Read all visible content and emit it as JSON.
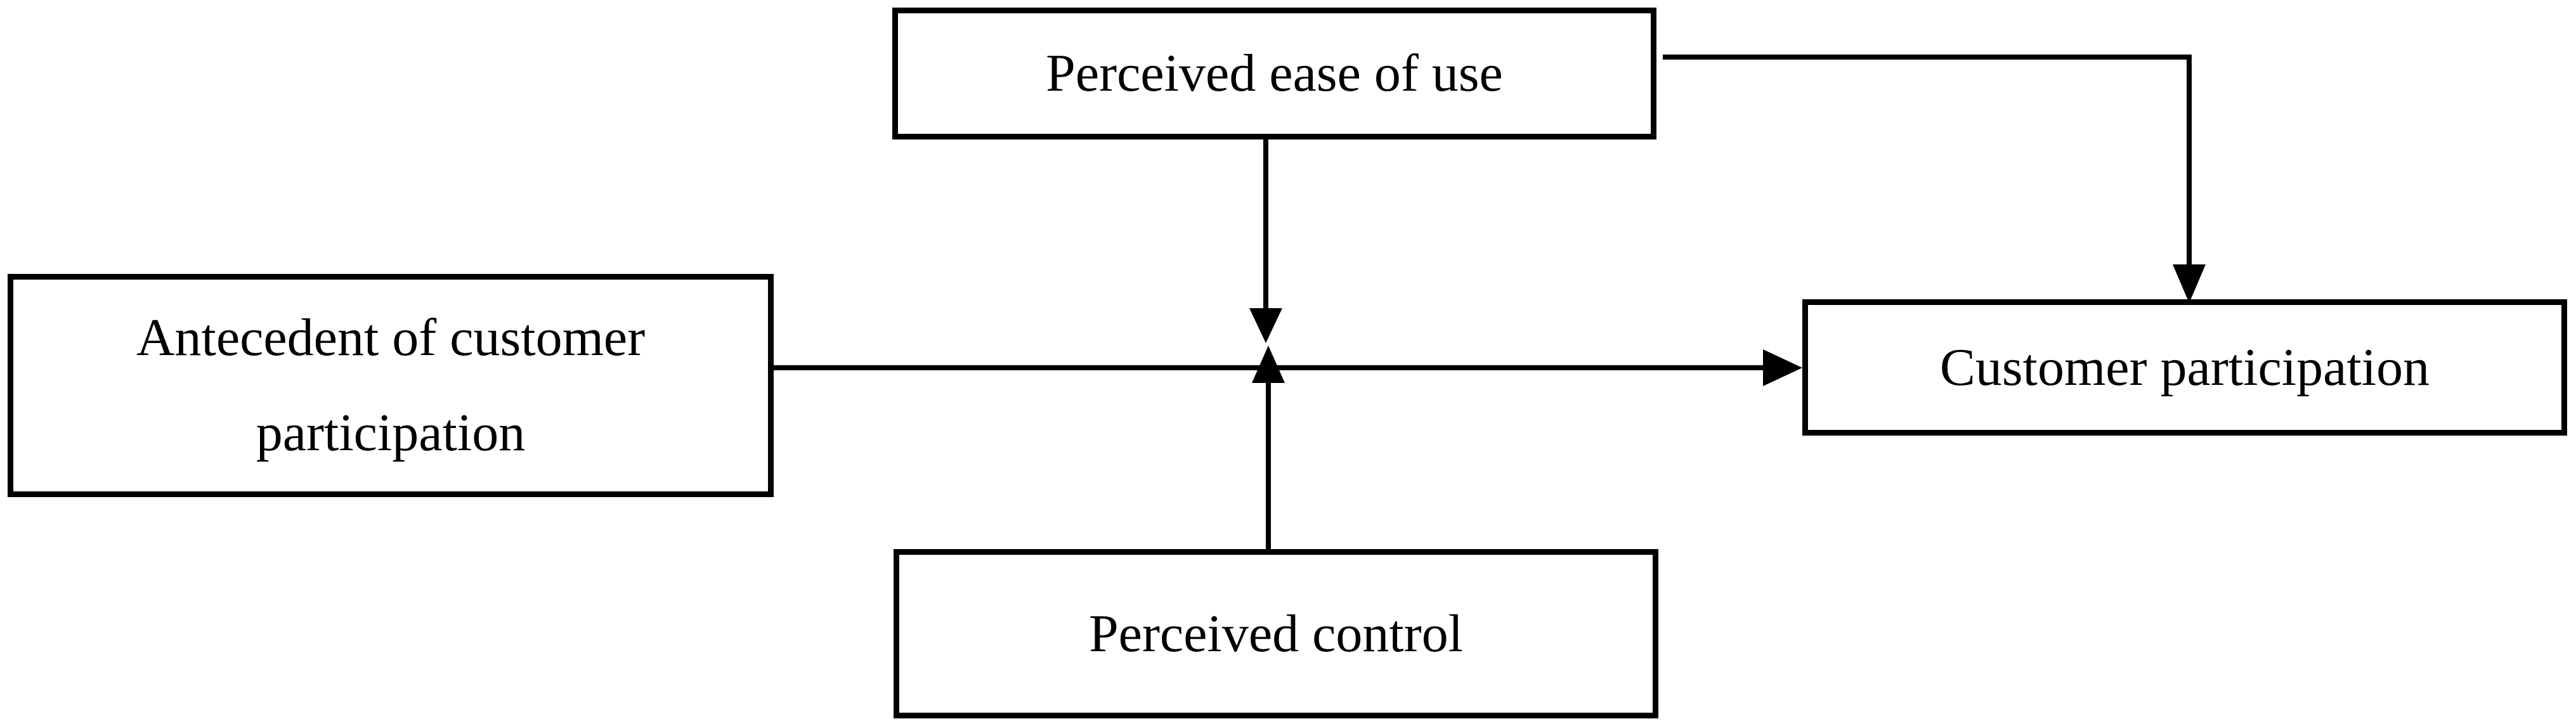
{
  "diagram": {
    "colors": {
      "background": "#ffffff",
      "box_fill": "#ffffff",
      "box_border": "#000000",
      "line": "#000000",
      "text": "#000000"
    },
    "nodes": {
      "perceived_ease_of_use": {
        "label": "Perceived ease of use"
      },
      "antecedent": {
        "label": "Antecedent of customer participation"
      },
      "customer_participation": {
        "label": "Customer participation"
      },
      "perceived_control": {
        "label": "Perceived control"
      }
    },
    "edges": [
      {
        "from": "antecedent",
        "to": "customer_participation",
        "style": "straight-arrow"
      },
      {
        "from": "perceived_ease_of_use",
        "to": "customer_participation",
        "style": "elbow-arrow"
      },
      {
        "from": "perceived_ease_of_use",
        "to": "antecedent-customer_participation-link",
        "style": "moderator-arrow-down"
      },
      {
        "from": "perceived_control",
        "to": "antecedent-customer_participation-link",
        "style": "moderator-arrow-up"
      }
    ]
  }
}
